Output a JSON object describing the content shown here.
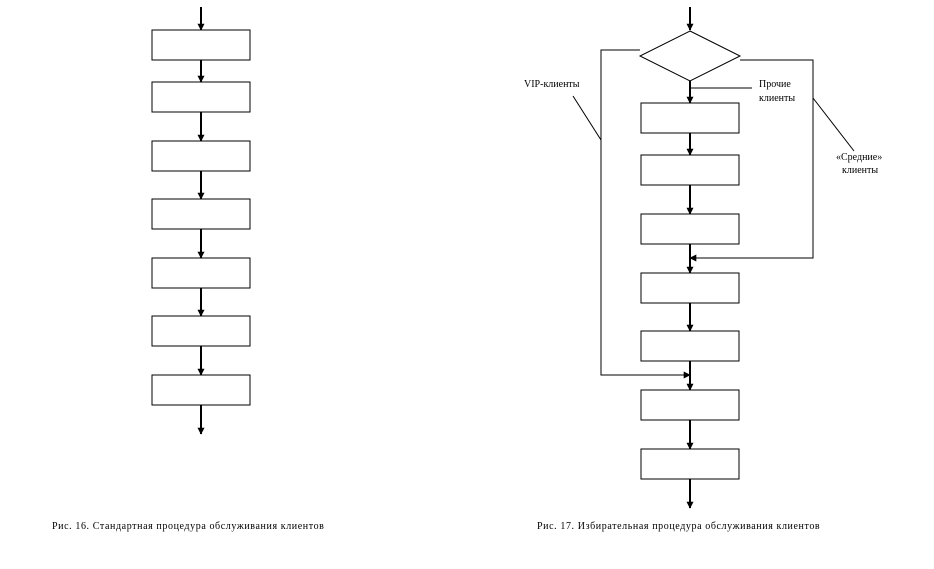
{
  "figure16": {
    "caption": "Рис. 16. Стандартная процедура обслуживания клиентов",
    "step_count": 7
  },
  "figure17": {
    "caption": "Рис. 17. Избирательная процедура обслуживания клиентов",
    "step_count": 7,
    "labels": {
      "vip": "VIP-клиенты",
      "other_line1": "Прочие",
      "other_line2": "клиенты",
      "medium_line1": "«Средние»",
      "medium_line2": "клиенты"
    }
  }
}
